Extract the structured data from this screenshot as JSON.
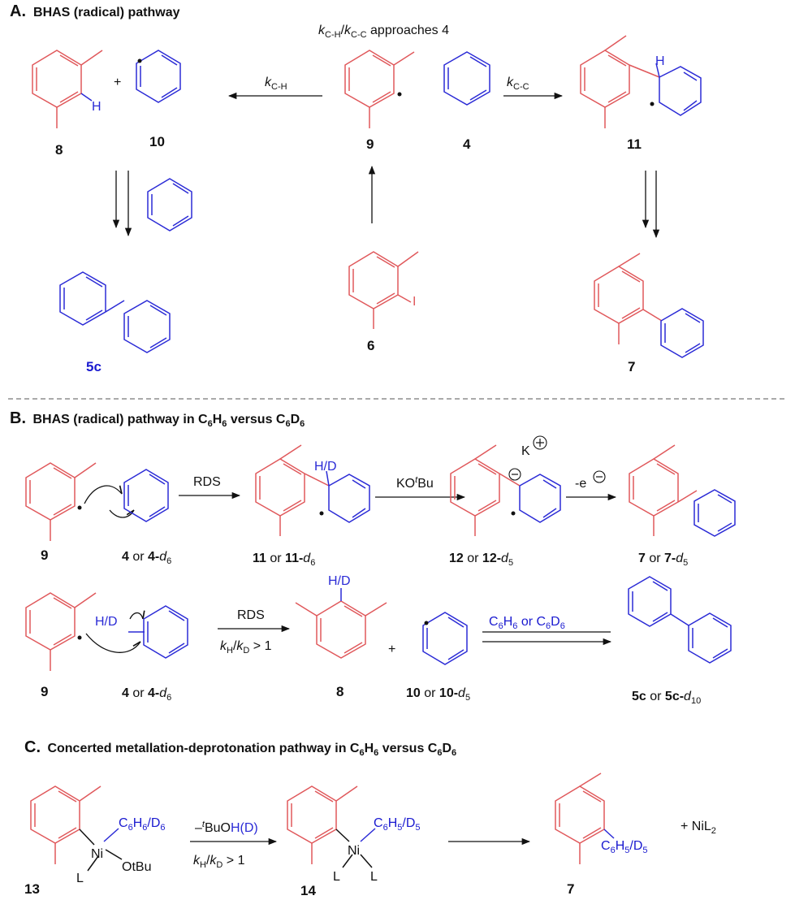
{
  "sections": {
    "a": {
      "letter": "A.",
      "title": "BHAS (radical)  pathway"
    },
    "b": {
      "letter": "B.",
      "title_prefix": "BHAS (radical)  pathway in ",
      "c6h6": "C6H6",
      "versus": " versus ",
      "c6d6": "C6D6"
    },
    "c": {
      "letter": "C.",
      "title_prefix": "Concerted metallation-deprotonation pathway  in ",
      "c6h6": "C6H6",
      "versus": " versus ",
      "c6d6": "C6D6"
    }
  },
  "section_a": {
    "header": {
      "k": "k",
      "ch": "C-H",
      "slash": "/",
      "cc": "C-C",
      "tail": " approaches 4"
    },
    "k_ch_label": {
      "k": "k",
      "sub": "C-H"
    },
    "k_cc_label": {
      "k": "k",
      "sub": "C-C"
    },
    "plus": "+",
    "atom_H": "H",
    "atom_I": "I",
    "compounds": {
      "c8": "8",
      "c10": "10",
      "c9": "9",
      "c4": "4",
      "c11": "11",
      "c5c": "5c",
      "c6": "6",
      "c7": "7"
    }
  },
  "section_b": {
    "row1": {
      "rds": "RDS",
      "hd": "H/D",
      "base": "KO",
      "base_t": "t",
      "base_tail": "Bu",
      "k_plus": "K",
      "minus_e": "-e",
      "labels": {
        "c9": "9",
        "c4": "4",
        "c4_or": " or ",
        "c4d": "4-",
        "c4d_it": "d",
        "c4d_sub": "6",
        "c11": "11",
        "c11_or": " or ",
        "c11d": "11-",
        "c11d_it": "d",
        "c11d_sub": "6",
        "c12": "12",
        "c12_or": " or ",
        "c12d": "12-",
        "c12d_it": "d",
        "c12d_sub": "5",
        "c7": "7",
        "c7_or": "  or ",
        "c7d": "7-",
        "c7d_it": "d",
        "c7d_sub": "5"
      }
    },
    "row2": {
      "hd": "H/D",
      "rds": "RDS",
      "kie": {
        "kh": "k",
        "h": "H",
        "slash": "/",
        "kd": "k",
        "d": "D",
        "tail": " > 1"
      },
      "plus": "+",
      "reagent": {
        "c": "C",
        "s6": "6",
        "h": "H",
        "s6b": "6",
        "or": " or C",
        "s6c": "6",
        "d": "D",
        "s6d": "6"
      },
      "labels": {
        "c9": "9",
        "c4": "4",
        "c4_or": " or ",
        "c4d": "4-",
        "c4d_it": "d",
        "c4d_sub": "6",
        "c8": "8",
        "c10": "10",
        "c10_or": " or ",
        "c10d": "10-",
        "c10d_it": "d",
        "c10d_sub": "5",
        "c5c": "5c",
        "c5c_or": " or ",
        "c5cd": "5c-",
        "c5cd_it": "d",
        "c5cd_sub": "10"
      }
    }
  },
  "section_c": {
    "ni": "Ni",
    "L": "L",
    "otbu": "OtBu",
    "ligand13": {
      "a": "C",
      "s1": "6",
      "b": "H",
      "s2": "6",
      "c": "/D",
      "s3": "6"
    },
    "ligand14": {
      "a": "C",
      "s1": "6",
      "b": "H",
      "s2": "5",
      "c": "/D",
      "s3": "5"
    },
    "leaving": {
      "dash": "–",
      "t": "t",
      "buo": "BuO",
      "hd": "H(D)"
    },
    "kie": {
      "kh": "k",
      "h": "H",
      "slash": "/",
      "kd": "k",
      "d": "D",
      "tail": " > 1"
    },
    "product_sub": {
      "a": "C",
      "s1": "6",
      "b": "H",
      "s2": "5",
      "c": "/D",
      "s3": "5"
    },
    "nil2": {
      "plus": "+  NiL",
      "sub": "2"
    },
    "labels": {
      "c13": "13",
      "c14": "14",
      "c7": "7"
    }
  },
  "colors": {
    "red": "#e0585b",
    "blue": "#2b2bd6",
    "black": "#111111"
  }
}
